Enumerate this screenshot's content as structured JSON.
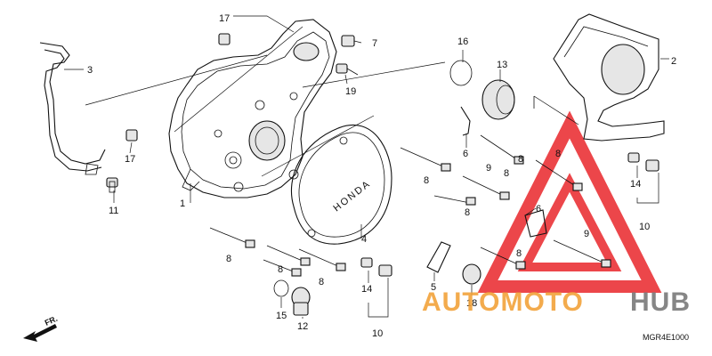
{
  "diagram": {
    "callouts": [
      {
        "label": "1"
      },
      {
        "label": "2"
      },
      {
        "label": "3"
      },
      {
        "label": "4"
      },
      {
        "label": "5"
      },
      {
        "label": "6"
      },
      {
        "label": "6"
      },
      {
        "label": "7"
      },
      {
        "label": "8"
      },
      {
        "label": "8"
      },
      {
        "label": "8"
      },
      {
        "label": "8"
      },
      {
        "label": "8"
      },
      {
        "label": "8"
      },
      {
        "label": "8"
      },
      {
        "label": "8"
      },
      {
        "label": "8"
      },
      {
        "label": "9"
      },
      {
        "label": "9"
      },
      {
        "label": "10"
      },
      {
        "label": "10"
      },
      {
        "label": "11"
      },
      {
        "label": "12"
      },
      {
        "label": "13"
      },
      {
        "label": "14"
      },
      {
        "label": "14"
      },
      {
        "label": "15"
      },
      {
        "label": "16"
      },
      {
        "label": "17"
      },
      {
        "label": "17"
      },
      {
        "label": "18"
      },
      {
        "label": "19"
      }
    ],
    "cover_emblem": "HONDA",
    "direction_label": "FR.",
    "diagram_code": "MGR4E1000"
  },
  "watermark": {
    "brand_part1": "AUTOMOTO",
    "brand_part2": "HUB",
    "colors": {
      "triangle": "#e9262b",
      "text_orange": "#f2a33a",
      "text_grey": "#7a7a7a"
    }
  }
}
